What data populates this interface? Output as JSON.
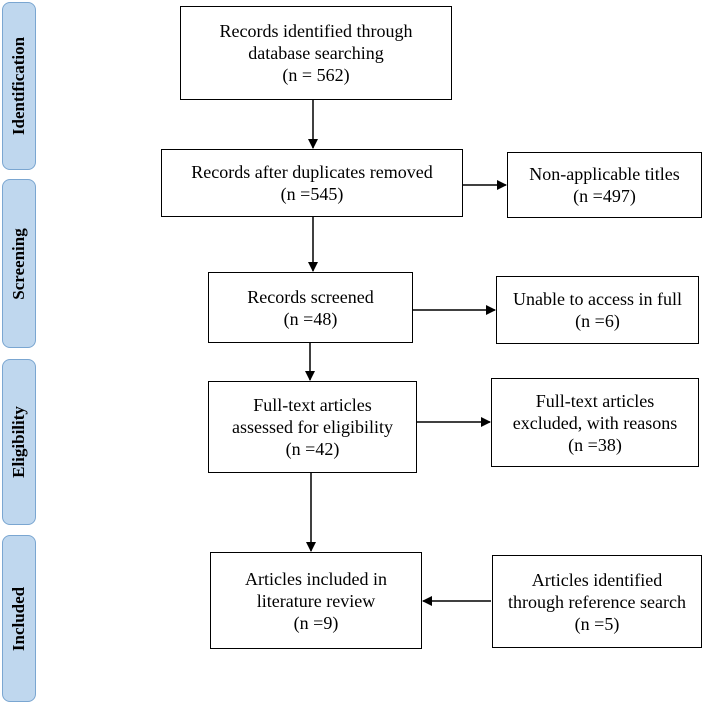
{
  "phases": {
    "identification": "Identification",
    "screening": "Screening",
    "eligibility": "Eligibility",
    "included": "Included"
  },
  "boxes": {
    "identified": {
      "lines": [
        "Records identified through",
        "database searching",
        "(n = 562)"
      ]
    },
    "after_duplicates": {
      "lines": [
        "Records after duplicates removed",
        "(n =545)"
      ]
    },
    "non_applicable": {
      "lines": [
        "Non-applicable titles",
        "(n =497)"
      ]
    },
    "screened": {
      "lines": [
        "Records screened",
        "(n =48)"
      ]
    },
    "unable_access": {
      "lines": [
        "Unable to access in full",
        "(n =6)"
      ]
    },
    "full_text_assessed": {
      "lines": [
        "Full-text articles",
        "assessed for eligibility",
        "(n =42)"
      ]
    },
    "full_text_excluded": {
      "lines": [
        "Full-text articles",
        "excluded, with reasons",
        "(n =38)"
      ]
    },
    "included_review": {
      "lines": [
        "Articles included in",
        "literature review",
        "(n =9)"
      ]
    },
    "reference_search": {
      "lines": [
        "Articles identified",
        "through reference search",
        "(n =5)"
      ]
    }
  }
}
